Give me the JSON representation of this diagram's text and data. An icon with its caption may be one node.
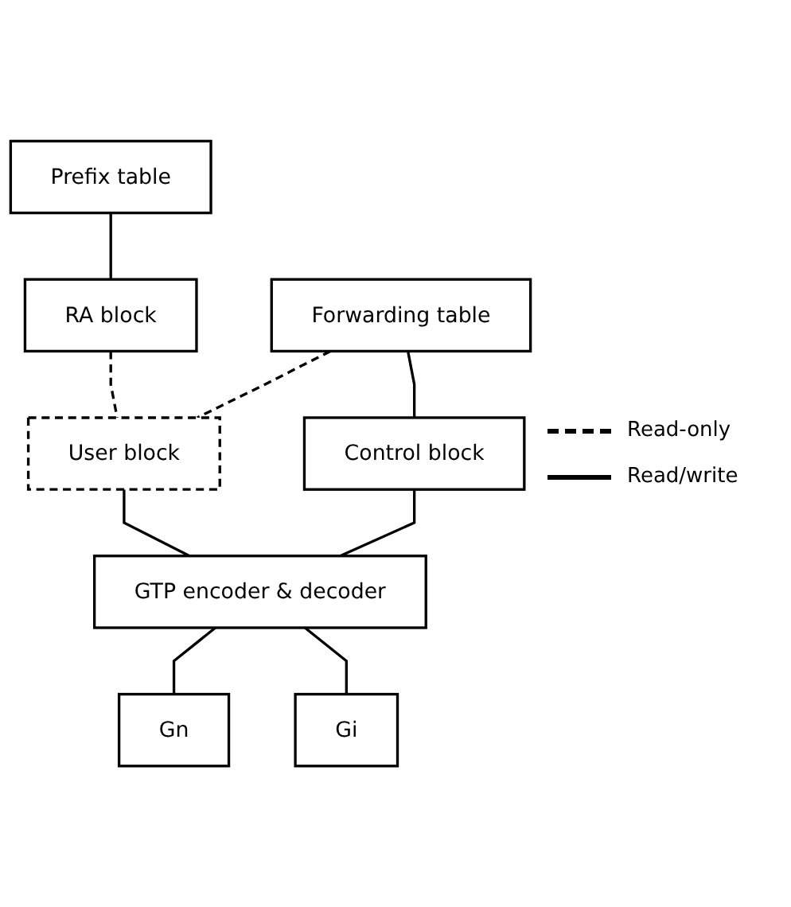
{
  "diagram": {
    "nodes": [
      {
        "text": [
          "Prefix table"
        ]
      },
      {
        "text": [
          "RA block"
        ]
      },
      {
        "text": [
          "Forwarding table"
        ]
      },
      {
        "text": [
          "User block"
        ]
      },
      {
        "text": [
          "Control block"
        ]
      },
      {
        "text": [
          "GTP encoder & decoder"
        ]
      },
      {
        "text": [
          "Gn"
        ]
      },
      {
        "text": [
          "Gi"
        ]
      }
    ],
    "edges": [
      {
        "from": 0,
        "to": 1,
        "arrow": "none"
      },
      {
        "from": 1,
        "to": 3,
        "arrow": "none",
        "style": "dashed"
      },
      {
        "from": 2,
        "to": 3,
        "arrow": "none",
        "style": "dashed"
      },
      {
        "from": 2,
        "to": 4,
        "arrow": "none"
      },
      {
        "from": 3,
        "to": 5,
        "arrow": "none"
      },
      {
        "from": 4,
        "to": 5,
        "arrow": "none"
      },
      {
        "from": 5,
        "to": 6,
        "arrow": "none"
      },
      {
        "from": 5,
        "to": 7,
        "arrow": "none"
      }
    ],
    "legend": [
      {
        "text": "Read-only"
      },
      {
        "text": "Read/write"
      }
    ]
  }
}
